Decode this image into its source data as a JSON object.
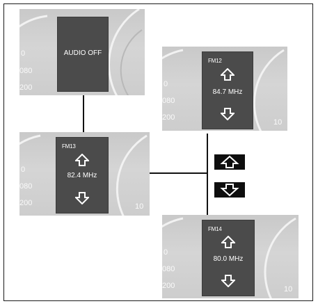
{
  "panels": [
    {
      "id": "audio-off",
      "message": "AUDIO OFF",
      "gauge_left": [
        "0",
        "080",
        "200"
      ],
      "gauge_right": []
    },
    {
      "id": "fm12",
      "station": "FM12",
      "frequency": "84.7 MHz",
      "gauge_left": [
        "0",
        "080",
        "200"
      ],
      "gauge_right": [
        "10"
      ]
    },
    {
      "id": "fm13",
      "station": "FM13",
      "frequency": "82.4 MHz",
      "gauge_left": [
        "0",
        "080",
        "200"
      ],
      "gauge_right": [
        "10"
      ]
    },
    {
      "id": "fm14",
      "station": "FM14",
      "frequency": "80.0 MHz",
      "gauge_left": [
        "0",
        "080",
        "200"
      ],
      "gauge_right": [
        "10"
      ]
    }
  ],
  "keys": {
    "up": "up-arrow-icon",
    "down": "down-arrow-icon"
  },
  "colors": {
    "screen": "#4b4b4b",
    "panel": "#cfcfcf",
    "line": "#111111"
  }
}
